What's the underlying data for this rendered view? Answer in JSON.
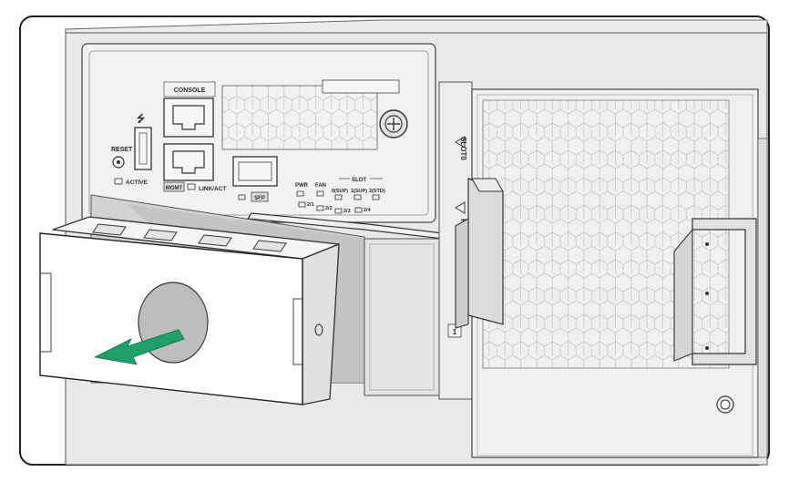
{
  "panel": {
    "console_label": "CONSOLE",
    "mgmt_label": "MGMT",
    "linkact_label": "LINK/ACT",
    "sfp_label": "SFP",
    "reset_label": "RESET",
    "active_label": "ACTIVE",
    "pwr_label": "PWR",
    "fan_label": "FAN",
    "slot_label": "SLOT",
    "slot_leds": [
      "0(SUP)",
      "1(SUP)",
      "2(STD)"
    ],
    "slot_leds_lower": [
      "2/1",
      "2/2",
      "2/3",
      "2/4"
    ],
    "usb_symbol": "⭍"
  },
  "chassis": {
    "slot_side_label": "SLOT0",
    "fan_side_label": "FA",
    "fan_tag": "1"
  },
  "colors": {
    "arrow": "#1fa06b",
    "line": "#4a4a4a",
    "panel_fill": "#f2f2f2",
    "chassis_fill": "#e9e9e9",
    "shade": "#bdbdbd"
  },
  "icons": {
    "removal_arrow": "arrow-left-down-icon",
    "thumbscrew": "thumbscrew-icon",
    "usb": "usb-icon"
  }
}
